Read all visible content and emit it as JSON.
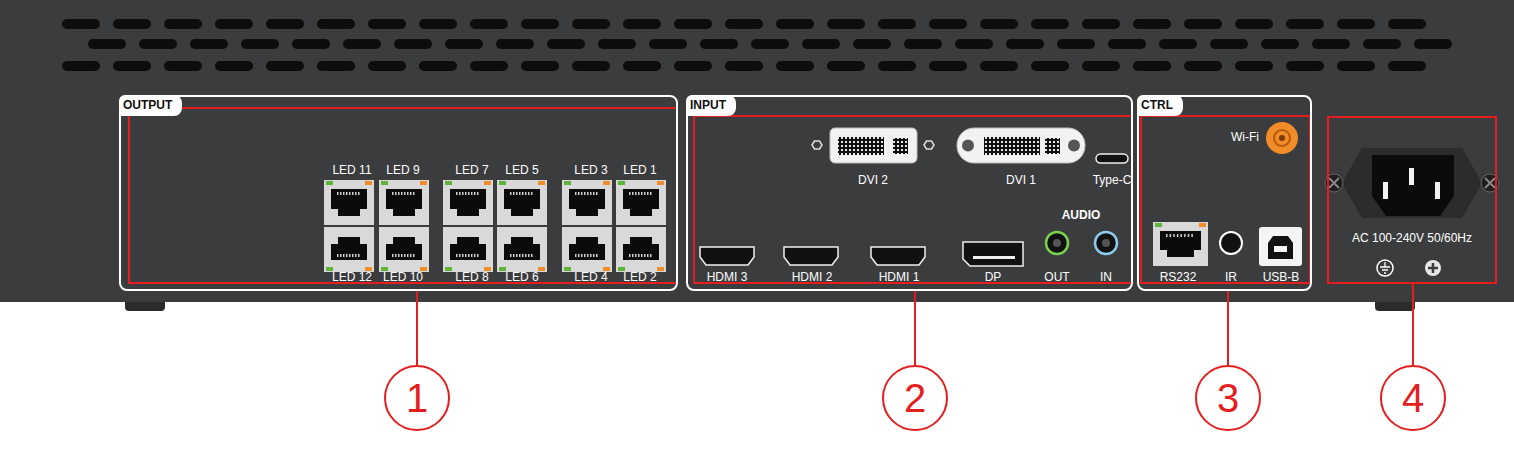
{
  "diagram": {
    "nodes": [
      {
        "text": [
          "OUTPUT"
        ]
      },
      {
        "text": [
          "INPUT"
        ]
      },
      {
        "text": [
          "CTRL"
        ]
      },
      {
        "text": [
          "AC 100-240V 50/60Hz"
        ]
      },
      {
        "text": [
          "1"
        ]
      },
      {
        "text": [
          "2"
        ]
      },
      {
        "text": [
          "3"
        ]
      },
      {
        "text": [
          "4"
        ]
      }
    ],
    "edges": [
      {
        "from": 4,
        "to": 0,
        "arrow": "none"
      },
      {
        "from": 5,
        "to": 1,
        "arrow": "none"
      },
      {
        "from": 6,
        "to": 2,
        "arrow": "none"
      },
      {
        "from": 7,
        "to": 3,
        "arrow": "none"
      }
    ],
    "labels": [
      "LED 11",
      "LED 9",
      "LED 7",
      "LED 5",
      "LED 3",
      "LED 1",
      "LED 12",
      "LED 10",
      "LED 8",
      "LED 6",
      "LED 4",
      "LED 2",
      "DVI 2",
      "DVI 1",
      "Type-C",
      "AUDIO",
      "HDMI 3",
      "HDMI 2",
      "HDMI 1",
      "DP",
      "OUT",
      "IN",
      "Wi-Fi",
      "RS232",
      "IR",
      "USB-B"
    ]
  }
}
